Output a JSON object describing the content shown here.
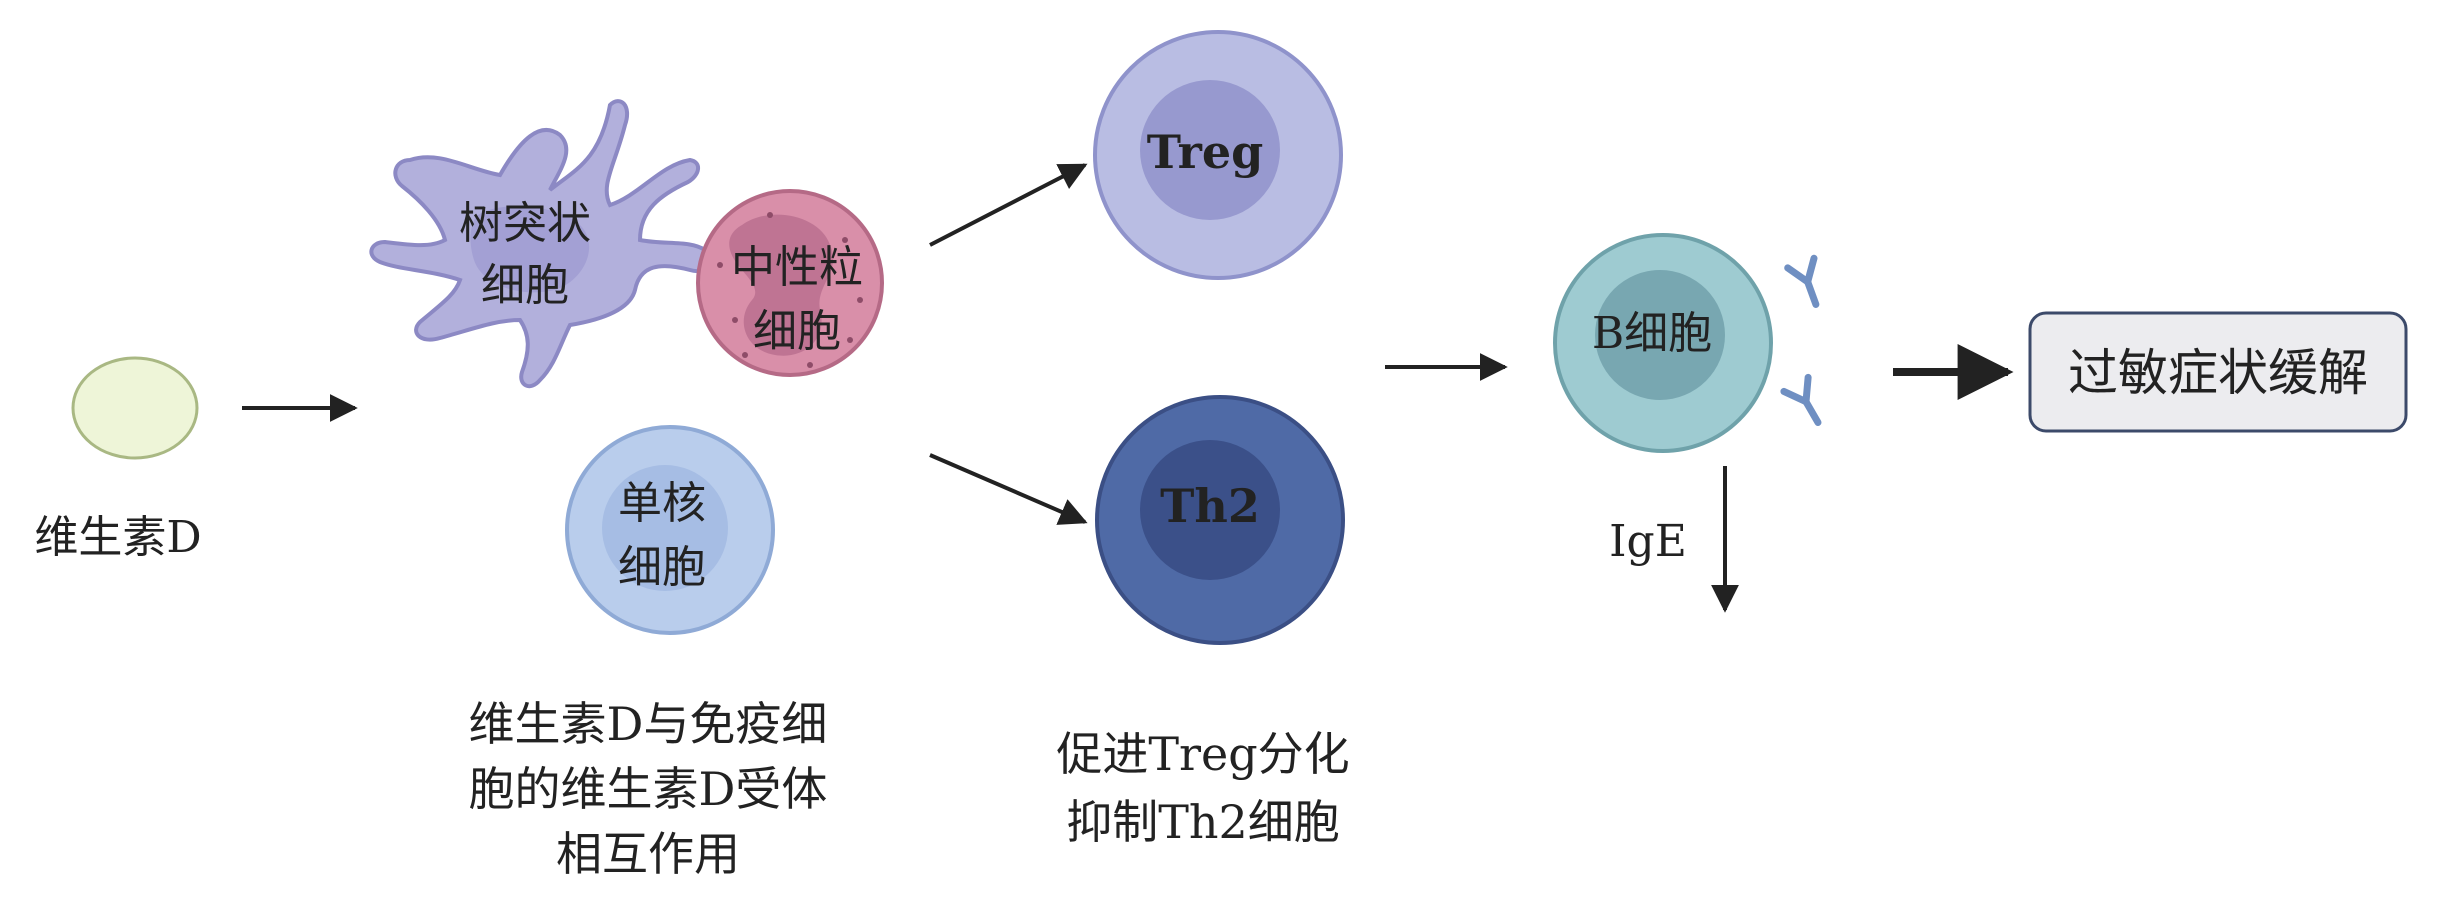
{
  "colors": {
    "vitd_fill": "#eef5d8",
    "vitd_stroke": "#a9b883",
    "dendritic_fill": "#b2b0dc",
    "dendritic_stroke": "#8c89c4",
    "neutrophil_fill": "#d98fa9",
    "neutrophil_stroke": "#b56a86",
    "monocyte_fill": "#b9cdec",
    "monocyte_stroke": "#8faad6",
    "treg_outer": "#b9bde3",
    "treg_inner": "#9799cf",
    "th2_outer": "#4f6aa6",
    "th2_inner": "#3b5089",
    "bcell_outer": "#9ecbd1",
    "bcell_inner": "#78a7b1",
    "antibody": "#6f8fc2",
    "result_box_fill": "#ececef",
    "result_box_stroke": "#3c4a6a",
    "arrow": "#222222"
  },
  "labels": {
    "vitamin_d": "维生素D",
    "dendritic_line1": "树突状",
    "dendritic_line2": "细胞",
    "neutrophil_line1": "中性粒",
    "neutrophil_line2": "细胞",
    "monocyte_line1": "单核",
    "monocyte_line2": "细胞",
    "treg": "Treg",
    "th2": "Th2",
    "bcell": "B细胞",
    "ige": "IgE",
    "result": "过敏症状缓解"
  },
  "captions": {
    "interaction_line1": "维生素D与免疫细",
    "interaction_line2": "胞的维生素D受体",
    "interaction_line3": "相互作用",
    "treg_line1": "促进Treg分化",
    "treg_line2": "抑制Th2细胞"
  },
  "icons": [
    "antibody-icon",
    "arrow-icon"
  ]
}
